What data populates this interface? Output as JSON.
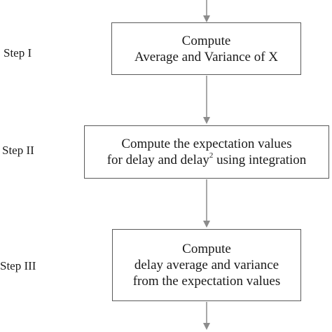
{
  "steps": [
    {
      "label": "Step I",
      "lines": [
        "Compute",
        "Average and Variance of X"
      ]
    },
    {
      "label": "Step II",
      "lines": [
        "Compute the expectation values"
      ],
      "line2": {
        "before": "for delay and delay",
        "sup": "2",
        "after": " using integration"
      }
    },
    {
      "label": "Step III",
      "lines": [
        "Compute",
        "delay average and variance",
        "from the expectation values"
      ]
    }
  ],
  "colors": {
    "connector": "#8c8c8c",
    "box_border": "#5a5a5a",
    "text": "#1a1a1a"
  }
}
